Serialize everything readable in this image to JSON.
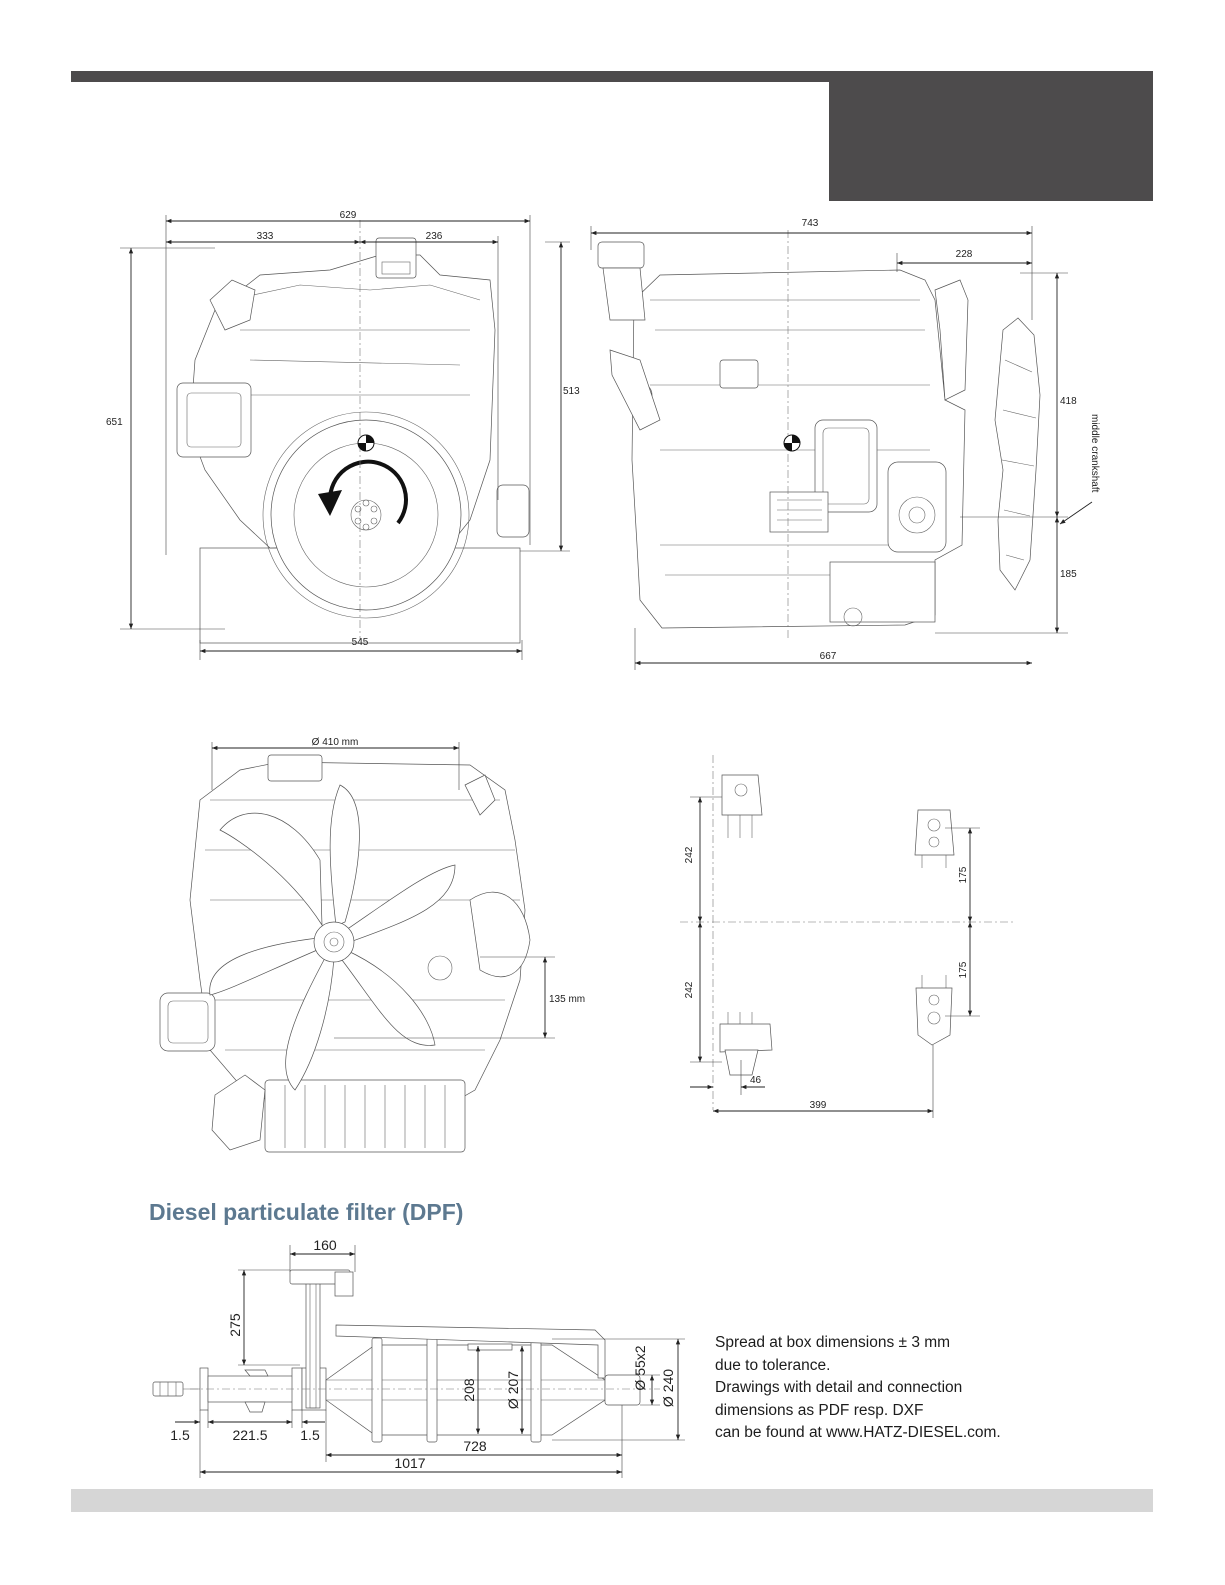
{
  "front_view": {
    "width_overall": "629",
    "width_left": "333",
    "width_right": "236",
    "height_overall": "651",
    "height_crank": "513",
    "width_base": "545"
  },
  "side_view": {
    "length_overall": "743",
    "length_front": "228",
    "height_upper": "418",
    "height_lower": "185",
    "length_base": "667",
    "annotation": "middle crankshaft"
  },
  "fan_view": {
    "fan_diameter": "Ø 410 mm",
    "fan_offset": "135 mm"
  },
  "mount_plan": {
    "spacing_left_upper": "242",
    "spacing_left_lower": "242",
    "spacing_right_upper": "175",
    "spacing_right_lower": "175",
    "offset_small": "46",
    "spacing_horizontal": "399"
  },
  "dpf": {
    "title": "Diesel particulate filter (DPF)",
    "dim_160": "160",
    "dim_275": "275",
    "dim_208": "208",
    "dim_207": "Ø 207",
    "dim_55": "Ø 55x2",
    "dim_240": "Ø 240",
    "dim_15_left": "1.5",
    "dim_2215": "221.5",
    "dim_15_right": "1.5",
    "dim_728": "728",
    "dim_1017": "1017"
  },
  "notes": [
    "Spread at box dimensions ± 3 mm",
    "due to tolerance.",
    "Drawings with detail and connection",
    "dimensions as PDF resp. DXF",
    "can be found at www.HATZ-DIESEL.com."
  ]
}
